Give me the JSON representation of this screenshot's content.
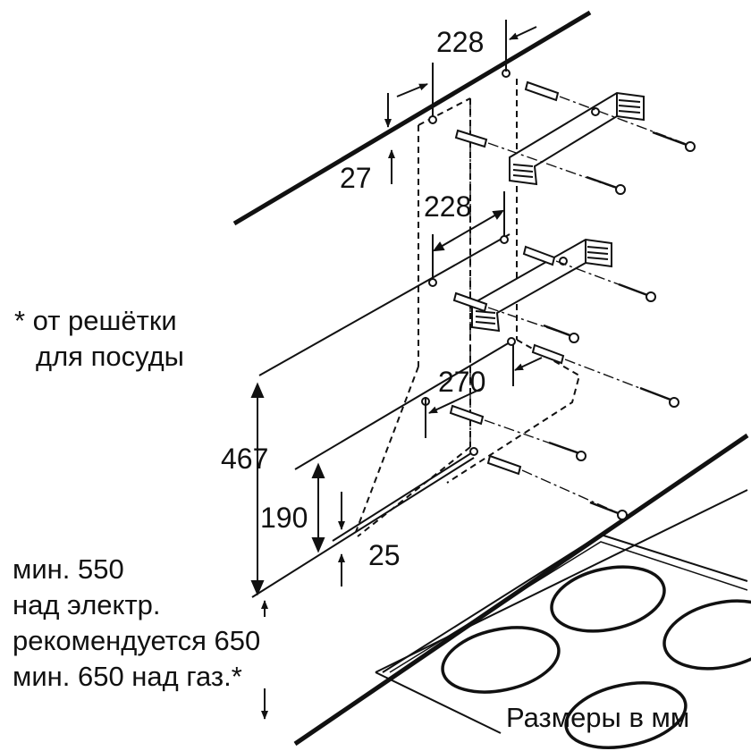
{
  "dimensions": {
    "d228_top": "228",
    "d27": "27",
    "d228_mid": "228",
    "d270": "270",
    "d467": "467",
    "d190": "190",
    "d25": "25"
  },
  "notes": {
    "grid_line1": "* от решётки",
    "grid_line2": "для посуды",
    "min550": "мин. 550",
    "electric": "над электр.",
    "recommended": "рекомендуется 650",
    "gas": "мин. 650 над газ.*"
  },
  "footer": {
    "units": "Размеры в мм"
  },
  "colors": {
    "line": "#111111",
    "background": "#ffffff"
  }
}
